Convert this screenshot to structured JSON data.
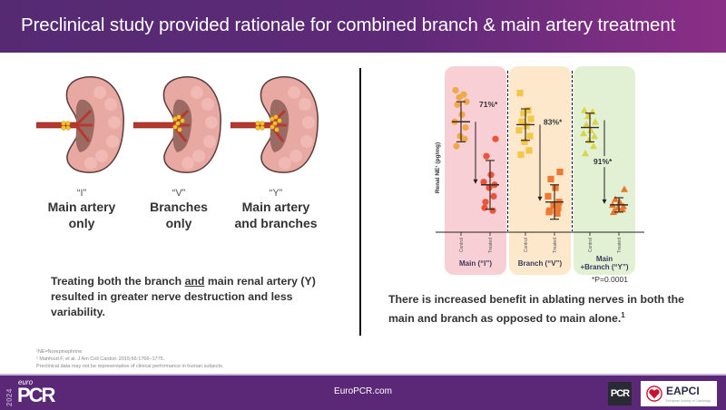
{
  "header": {
    "title": "Preclinical study provided rationale for combined branch & main artery treatment"
  },
  "kidneys": [
    {
      "code": "“I”",
      "label_line1": "Main artery",
      "label_line2": "only",
      "ablation": "main"
    },
    {
      "code": "“V”",
      "label_line1": "Branches",
      "label_line2": "only",
      "ablation": "branches"
    },
    {
      "code": "“Y”",
      "label_line1": "Main artery",
      "label_line2": "and branches",
      "ablation": "both"
    }
  ],
  "left_text": {
    "part1": "Treating both the branch ",
    "underlined": "and",
    "part2": " main renal artery (Y) resulted in greater nerve destruction and less variability."
  },
  "colors": {
    "header_start": "#552a73",
    "header_end": "#8a2f86",
    "footer": "#5b2777",
    "panel_main": "#f9cfd6",
    "panel_branch": "#fde8cc",
    "panel_both": "#e2f1d3"
  },
  "chart_data": {
    "type": "scatter",
    "title": "",
    "ylabel": "Renal NE¹ (pg/mg)",
    "xlabel": "",
    "tick_labels": [
      "Control",
      "Treated"
    ],
    "groups": [
      {
        "name": "Main (“I”)",
        "reduction_label": "71%*",
        "control_marker": "circle",
        "treated_marker": "circle",
        "control_color": "#f0a94a",
        "treated_color": "#e8553a",
        "control": [
          0.94,
          0.91,
          0.89,
          0.86,
          0.84,
          0.77,
          0.72,
          0.68,
          0.62,
          0.6,
          0.55
        ],
        "treated": [
          0.6,
          0.48,
          0.35,
          0.3,
          0.28,
          0.26,
          0.2,
          0.16,
          0.12,
          0.1
        ],
        "control_mean": 0.72,
        "control_sd": 0.14,
        "treated_mean": 0.28,
        "treated_sd": 0.17
      },
      {
        "name": "Branch (“V”)",
        "reduction_label": "83%*",
        "control_marker": "square",
        "treated_marker": "square",
        "control_color": "#f1c84a",
        "treated_color": "#ee7a32",
        "control": [
          0.92,
          0.8,
          0.78,
          0.74,
          0.72,
          0.69,
          0.66,
          0.62,
          0.58,
          0.52,
          0.49
        ],
        "treated": [
          0.37,
          0.32,
          0.26,
          0.2,
          0.16,
          0.14,
          0.12,
          0.1,
          0.09,
          0.08
        ],
        "control_mean": 0.7,
        "control_sd": 0.11,
        "treated_mean": 0.16,
        "treated_sd": 0.12
      },
      {
        "name": "Main\n+Branch (“Y”)",
        "name_line1": "Main",
        "name_line2": "+Branch (“Y”)",
        "reduction_label": "91%*",
        "control_marker": "triangle",
        "treated_marker": "triangle",
        "control_color": "#d9d44a",
        "treated_color": "#e8762e",
        "control": [
          0.8,
          0.79,
          0.76,
          0.72,
          0.7,
          0.66,
          0.64,
          0.62,
          0.59,
          0.55,
          0.5
        ],
        "treated": [
          0.25,
          0.18,
          0.16,
          0.14,
          0.13,
          0.12,
          0.11,
          0.1,
          0.09
        ],
        "control_mean": 0.68,
        "control_sd": 0.1,
        "treated_mean": 0.14,
        "treated_sd": 0.05
      }
    ],
    "ylim": [
      0,
      1
    ],
    "grid": false,
    "legend": "none",
    "annotation": "*P=0.0001"
  },
  "right_text": {
    "main": "There is increased benefit in ablating nerves in both the main and branch as opposed to main alone.",
    "superscript": "1"
  },
  "footnotes": [
    "¹NE=Norepinephrine",
    "¹ Mahfoud F, et al. J Am Coll Cardiol. 2015;66:1766–1775.",
    "Preclinical data may not be representative of clinical performance in human subjects."
  ],
  "footer": {
    "year": "2024",
    "logo_euro": "euro",
    "logo_pcr": "PCR",
    "url": "EuroPCR.com",
    "pcr_badge": "PCR",
    "eapci_name": "EAPCI",
    "eapci_sub": "European Society of Cardiology"
  }
}
